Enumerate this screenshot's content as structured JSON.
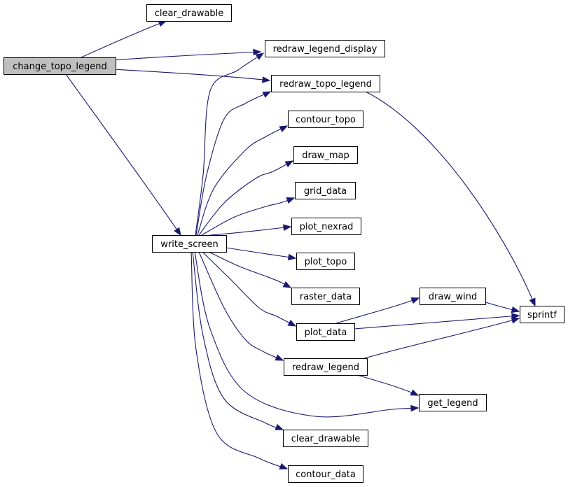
{
  "diagram": {
    "type": "call-graph",
    "nodes": [
      {
        "id": "change_topo_legend",
        "label": "change_topo_legend",
        "highlighted": true
      },
      {
        "id": "clear_drawable_1",
        "label": "clear_drawable"
      },
      {
        "id": "redraw_legend_display",
        "label": "redraw_legend_display"
      },
      {
        "id": "redraw_topo_legend",
        "label": "redraw_topo_legend"
      },
      {
        "id": "contour_topo",
        "label": "contour_topo"
      },
      {
        "id": "draw_map",
        "label": "draw_map"
      },
      {
        "id": "grid_data",
        "label": "grid_data"
      },
      {
        "id": "plot_nexrad",
        "label": "plot_nexrad"
      },
      {
        "id": "write_screen",
        "label": "write_screen"
      },
      {
        "id": "plot_topo",
        "label": "plot_topo"
      },
      {
        "id": "raster_data",
        "label": "raster_data"
      },
      {
        "id": "draw_wind",
        "label": "draw_wind"
      },
      {
        "id": "sprintf",
        "label": "sprintf"
      },
      {
        "id": "plot_data",
        "label": "plot_data"
      },
      {
        "id": "redraw_legend",
        "label": "redraw_legend"
      },
      {
        "id": "get_legend",
        "label": "get_legend"
      },
      {
        "id": "clear_drawable_2",
        "label": "clear_drawable"
      },
      {
        "id": "contour_data",
        "label": "contour_data"
      }
    ],
    "edges": [
      {
        "from": "change_topo_legend",
        "to": "clear_drawable_1"
      },
      {
        "from": "change_topo_legend",
        "to": "redraw_legend_display"
      },
      {
        "from": "change_topo_legend",
        "to": "redraw_topo_legend"
      },
      {
        "from": "change_topo_legend",
        "to": "write_screen"
      },
      {
        "from": "write_screen",
        "to": "redraw_legend_display"
      },
      {
        "from": "write_screen",
        "to": "redraw_topo_legend"
      },
      {
        "from": "write_screen",
        "to": "contour_topo"
      },
      {
        "from": "write_screen",
        "to": "draw_map"
      },
      {
        "from": "write_screen",
        "to": "grid_data"
      },
      {
        "from": "write_screen",
        "to": "plot_nexrad"
      },
      {
        "from": "write_screen",
        "to": "plot_topo"
      },
      {
        "from": "write_screen",
        "to": "raster_data"
      },
      {
        "from": "write_screen",
        "to": "plot_data"
      },
      {
        "from": "write_screen",
        "to": "redraw_legend"
      },
      {
        "from": "write_screen",
        "to": "get_legend"
      },
      {
        "from": "write_screen",
        "to": "clear_drawable_2"
      },
      {
        "from": "write_screen",
        "to": "contour_data"
      },
      {
        "from": "redraw_topo_legend",
        "to": "sprintf"
      },
      {
        "from": "plot_data",
        "to": "draw_wind"
      },
      {
        "from": "plot_data",
        "to": "sprintf"
      },
      {
        "from": "draw_wind",
        "to": "sprintf"
      },
      {
        "from": "redraw_legend",
        "to": "sprintf"
      },
      {
        "from": "redraw_legend",
        "to": "get_legend"
      }
    ]
  }
}
